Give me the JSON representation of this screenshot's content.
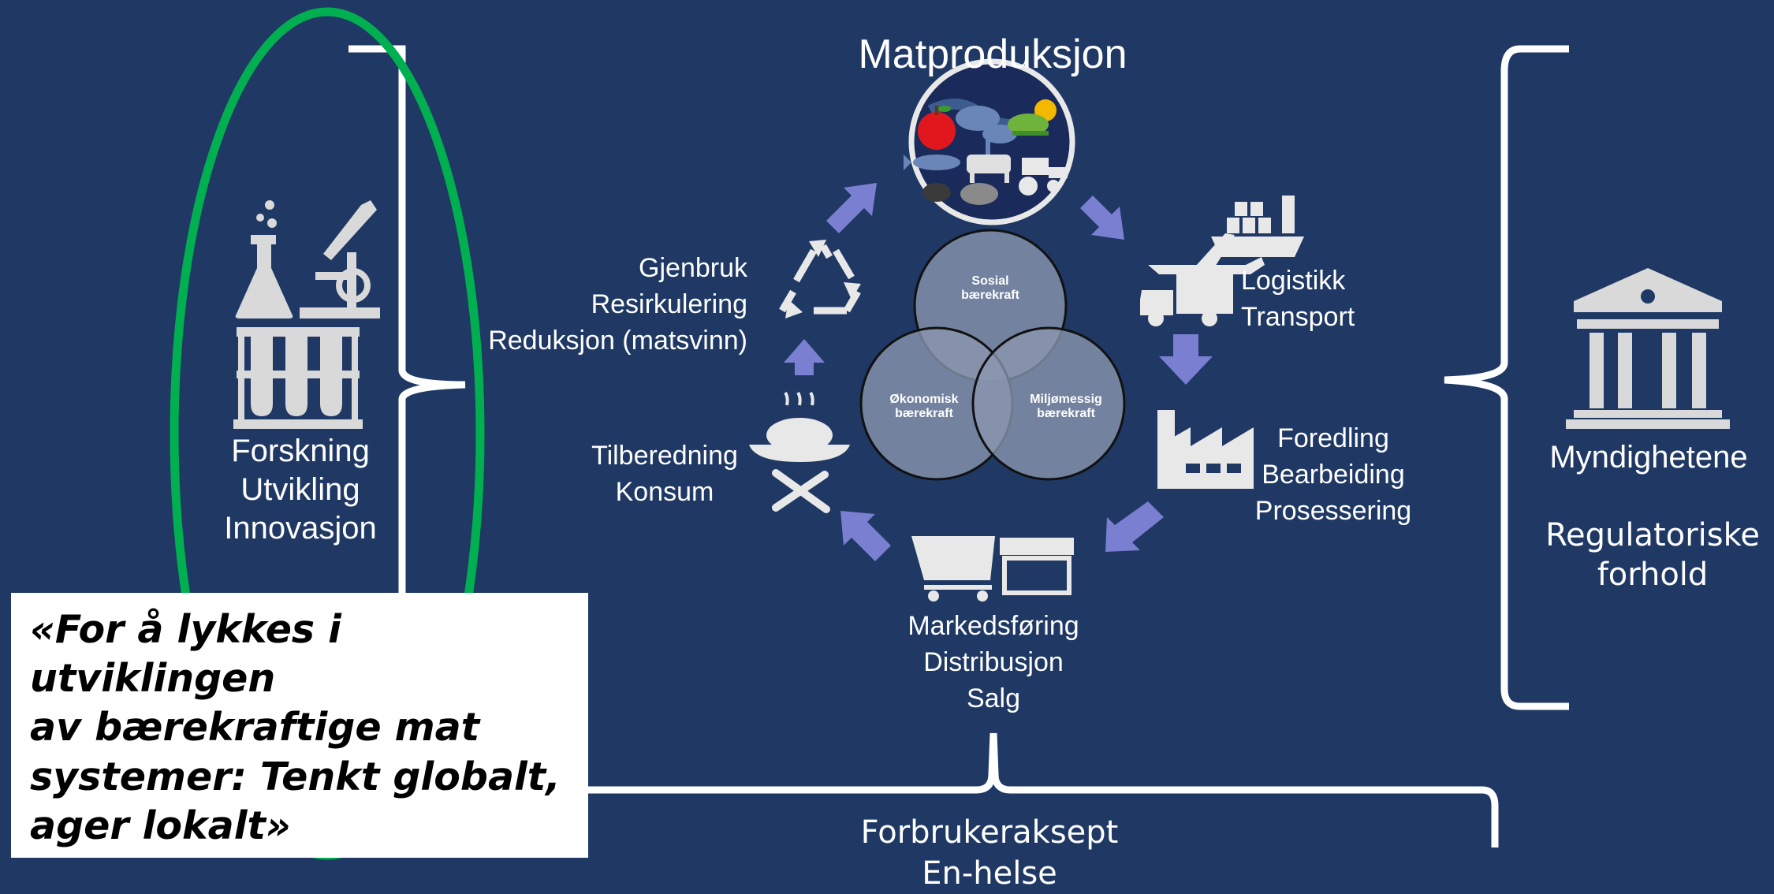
{
  "colors": {
    "background": "#1f3864",
    "arrow": "#7b7fd1",
    "icon": "#d9d9d9",
    "ellipse": "#00b050",
    "venn": "#8c97b0"
  },
  "title": "Matproduksjon",
  "left": {
    "lines": [
      "Forskning",
      "Utvikling",
      "Innovasjon"
    ],
    "icons": [
      "flask-icon",
      "microscope-icon",
      "test-tubes-icon"
    ]
  },
  "right": {
    "title": "Myndighetene",
    "subtitle_lines": [
      "Regulatoriske",
      "forhold"
    ],
    "icon": "government-building-icon"
  },
  "cycle": {
    "reuse": [
      "Gjenbruk",
      "Resirkulering",
      "Reduksjon (matsvinn)"
    ],
    "logistics": [
      "Logistikk",
      "Transport"
    ],
    "processing": [
      "Foredling",
      "Bearbeiding",
      "Prosessering"
    ],
    "market": [
      "Markedsføring",
      "Distribusjon",
      "Salg"
    ],
    "cooking": [
      "Tilberedning",
      "Konsum"
    ]
  },
  "venn": {
    "social": [
      "Sosial",
      "bærekraft"
    ],
    "economic": [
      "Økonomisk",
      "bærekraft"
    ],
    "environmental": [
      "Miljømessig",
      "bærekraft"
    ]
  },
  "bottom": {
    "lines": [
      "Forbrukeraksept",
      "En-helse"
    ]
  },
  "quote": "«For å lykkes i utviklingen\nav bærekraftige mat\nsystemer: Tenkt globalt,\nager lokalt»"
}
